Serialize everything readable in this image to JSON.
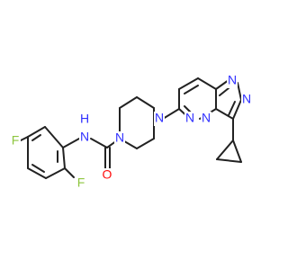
{
  "molecule": {
    "colors": {
      "bond": "#222222",
      "nitrogen": "#3030ff",
      "oxygen": "#ff0d0d",
      "fluorine": "#8ec63f"
    },
    "atom_labels": {
      "fluorine_left": "F",
      "fluorine_bottom": "F",
      "amide_n": "N",
      "amide_h": "H",
      "carbonyl_o": "O",
      "piperazine_n_bottom": "N",
      "piperazine_n_top": "N",
      "pyridazine_n1": "N",
      "pyridazine_n2": "N",
      "triazole_n1": "N",
      "triazole_n2": "N"
    }
  }
}
